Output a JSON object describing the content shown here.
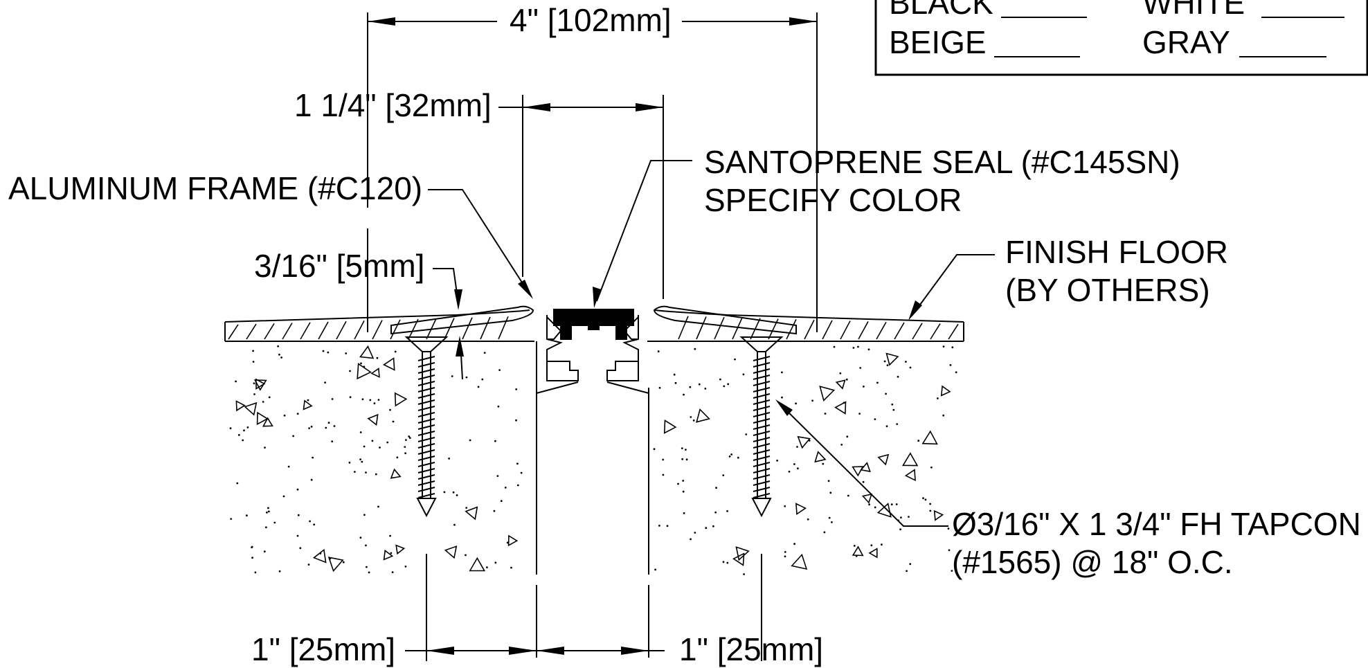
{
  "colors": {
    "ink": "#000000",
    "paper": "#ffffff",
    "seal": "#000000"
  },
  "dimensions": {
    "overall_width": "4\" [102mm]",
    "seal_width": "1 1/4\" [32mm]",
    "frame_height": "3/16\" [5mm]",
    "left_anchor_offset": "1\" [25mm]",
    "right_anchor_offset": "1\" [25mm]"
  },
  "callouts": {
    "aluminum_frame": "ALUMINUM FRAME (#C120)",
    "seal_line1": "SANTOPRENE SEAL (#C145SN)",
    "seal_line2": "SPECIFY COLOR",
    "floor_line1": "FINISH FLOOR",
    "floor_line2": "(BY OTHERS)",
    "anchor_line1": "Ø3/16\" X 1 3/4\" FH TAPCON",
    "anchor_line2": "(#1565) @ 18\" O.C."
  },
  "color_box": {
    "black": "BLACK",
    "white": "WHITE",
    "beige": "BEIGE",
    "gray": "GRAY"
  }
}
